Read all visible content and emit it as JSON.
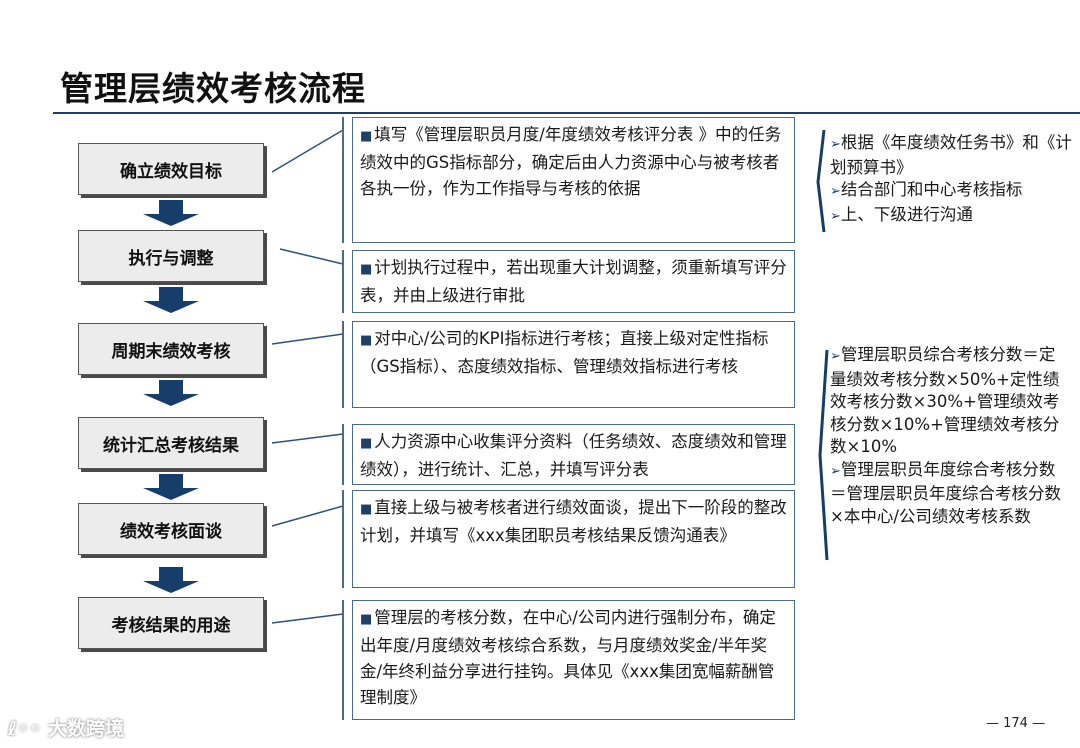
{
  "title": "管理层绩效考核流程",
  "steps": [
    {
      "label": "确立绩效目标"
    },
    {
      "label": "执行与调整"
    },
    {
      "label": "周期末绩效考核"
    },
    {
      "label": "统计汇总考核结果"
    },
    {
      "label": "绩效考核面谈"
    },
    {
      "label": "考核结果的用途"
    }
  ],
  "descriptions": [
    {
      "bullet": "■",
      "text": "填写《管理层职员月度/年度绩效考核评分表 》中的任务绩效中的GS指标部分，确定后由人力资源中心与被考核者各执一份，作为工作指导与考核的依据"
    },
    {
      "bullet": "■",
      "text": "计划执行过程中，若出现重大计划调整，须重新填写评分表，并由上级进行审批"
    },
    {
      "bullet": "■",
      "text": "对中心/公司的KPI指标进行考核；直接上级对定性指标（GS指标）、态度绩效指标、管理绩效指标进行考核"
    },
    {
      "bullet": "■",
      "text": "人力资源中心收集评分资料（任务绩效、态度绩效和管理绩效），进行统计、汇总，并填写评分表"
    },
    {
      "bullet": "■",
      "text": "直接上级与被考核者进行绩效面谈，提出下一阶段的整改计划，并填写《xxx集团职员考核结果反馈沟通表》"
    },
    {
      "bullet": "■",
      "text": "管理层的考核分数，在中心/公司内进行强制分布，确定出年度/月度绩效考核综合系数，与月度绩效奖金/半年奖金/年终利益分享进行挂钩。具体见《xxx集团宽幅薪酬管理制度》"
    }
  ],
  "notes_top": [
    {
      "marker": "➢",
      "text": "根据《年度绩效任务书》和《计划预算书》"
    },
    {
      "marker": "➢",
      "text": "结合部门和中心考核指标"
    },
    {
      "marker": "➢",
      "text": "上、下级进行沟通"
    }
  ],
  "notes_bottom": [
    {
      "marker": "➢",
      "text": "管理层职员综合考核分数＝定量绩效考核分数×50%+定性绩效考核分数×30%+管理绩效考核分数×10%+管理绩效考核分数×10%"
    },
    {
      "marker": "➢",
      "text": "管理层职员年度综合考核分数＝管理层职员年度综合考核分数×本中心/公司绩效考核系数"
    }
  ],
  "footer": {
    "logo_text": "大数跨境",
    "page_number": "— 174 —"
  },
  "colors": {
    "accent": "#1f3f66",
    "arrow": "#173d6b",
    "step_bg": "#ececec",
    "border": "#4a6b8c"
  }
}
